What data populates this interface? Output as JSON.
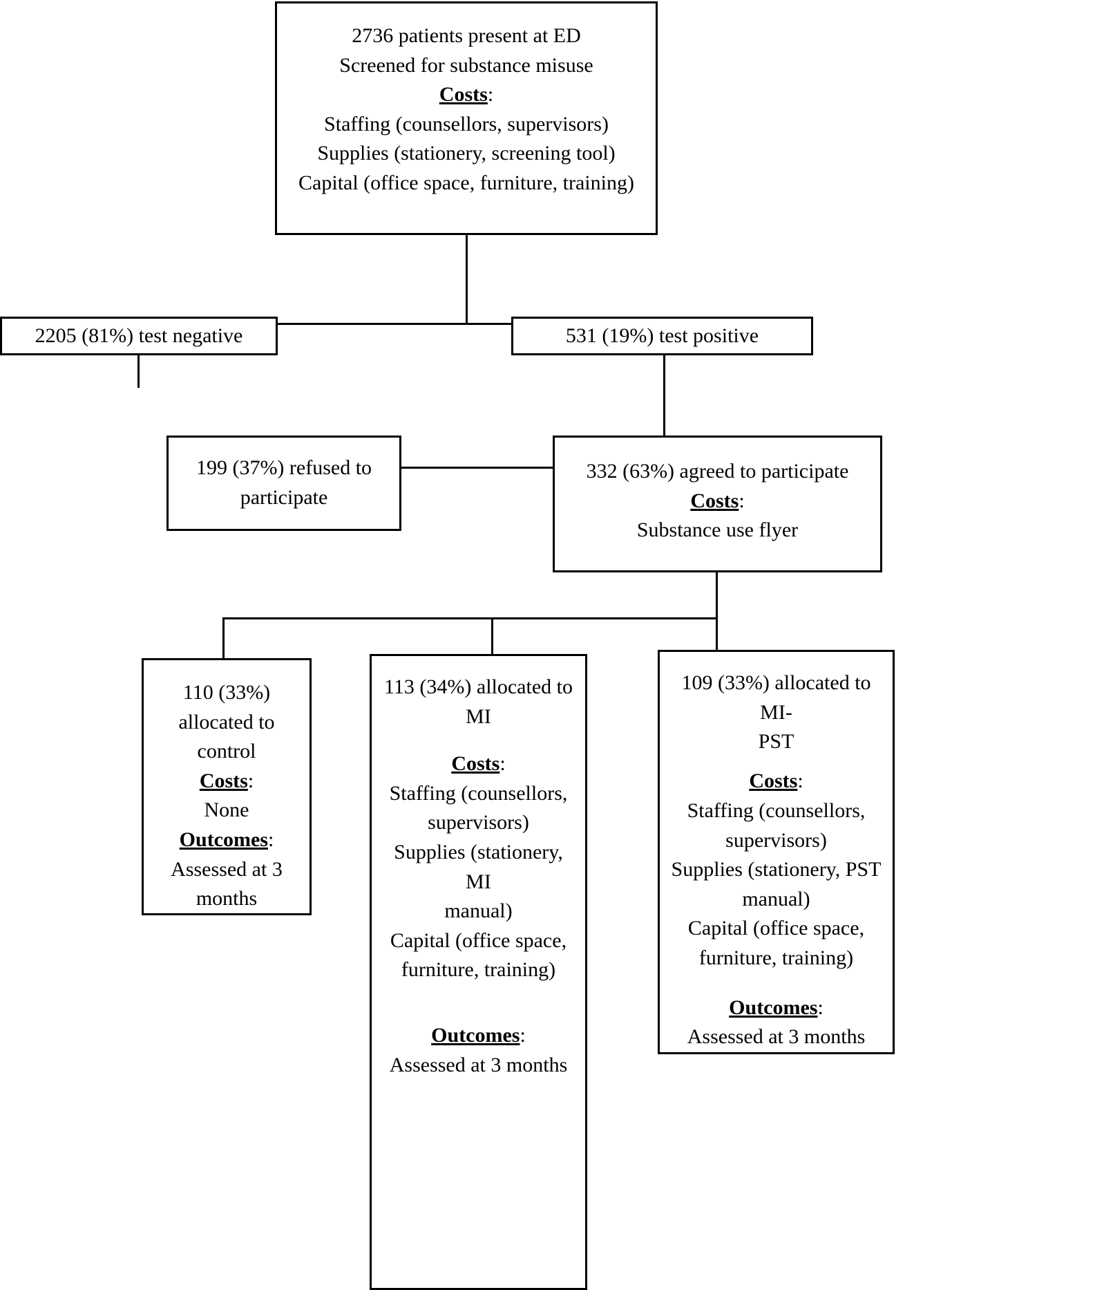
{
  "diagram": {
    "title": "CONSORT-style flow diagram of ED substance misuse screening trial with costs and outcomes",
    "nodes": {
      "root": {
        "id": "screened",
        "lines": [
          "2736 patients present at ED",
          "Screened for substance misuse"
        ],
        "costs_header": "Costs",
        "costs_colon": ":",
        "costs": [
          "Staffing (counsellors, supervisors)",
          "Supplies (stationery, screening tool)",
          "Capital (office space, furniture, training)"
        ]
      },
      "test_negative": {
        "id": "test-negative",
        "lines": [
          "2205 (81%) test negative"
        ],
        "count": 2205,
        "percent": "81%"
      },
      "test_positive": {
        "id": "test-positive",
        "lines": [
          "531 (19%) test positive"
        ],
        "count": 531,
        "percent": "19%"
      },
      "refused": {
        "id": "refused",
        "lines": [
          "199 (37%) refused to",
          "participate"
        ],
        "count": 199,
        "percent": "37%"
      },
      "agreed": {
        "id": "agreed",
        "lines": [
          "332 (63%) agreed to participate"
        ],
        "count": 332,
        "percent": "63%",
        "costs_header": "Costs",
        "costs_colon": ":",
        "costs": [
          "Substance use flyer"
        ]
      },
      "control": {
        "id": "control-arm",
        "lines": [
          "110 (33%)",
          "allocated to",
          "control"
        ],
        "count": 110,
        "percent": "33%",
        "costs_header": "Costs",
        "costs_colon": ":",
        "costs": [
          "None"
        ],
        "outcomes_header": "Outcomes",
        "outcomes_colon": ":",
        "outcomes": [
          "Assessed at 3",
          "months"
        ]
      },
      "mi": {
        "id": "mi-arm",
        "lines": [
          "113 (34%) allocated to",
          "MI"
        ],
        "count": 113,
        "percent": "34%",
        "costs_header": "Costs",
        "costs_colon": ":",
        "costs": [
          "Staffing (counsellors,",
          "supervisors)",
          "Supplies (stationery, MI",
          "manual)",
          "Capital (office space,",
          "furniture, training)"
        ],
        "outcomes_header": "Outcomes",
        "outcomes_colon": ":",
        "outcomes": [
          "Assessed at 3 months"
        ]
      },
      "mipst": {
        "id": "mi-pst-arm",
        "lines": [
          "109 (33%) allocated to MI-",
          "PST"
        ],
        "count": 109,
        "percent": "33%",
        "costs_header": "Costs",
        "costs_colon": ":",
        "costs": [
          "Staffing (counsellors,",
          "supervisors)",
          "Supplies (stationery, PST",
          "manual)",
          "Capital (office space,",
          "furniture, training)"
        ],
        "outcomes_header": "Outcomes",
        "outcomes_colon": ":",
        "outcomes": [
          "Assessed at 3 months"
        ]
      }
    },
    "colors": {
      "stroke": "#000000",
      "fill": "#ffffff",
      "text": "#000000"
    }
  }
}
